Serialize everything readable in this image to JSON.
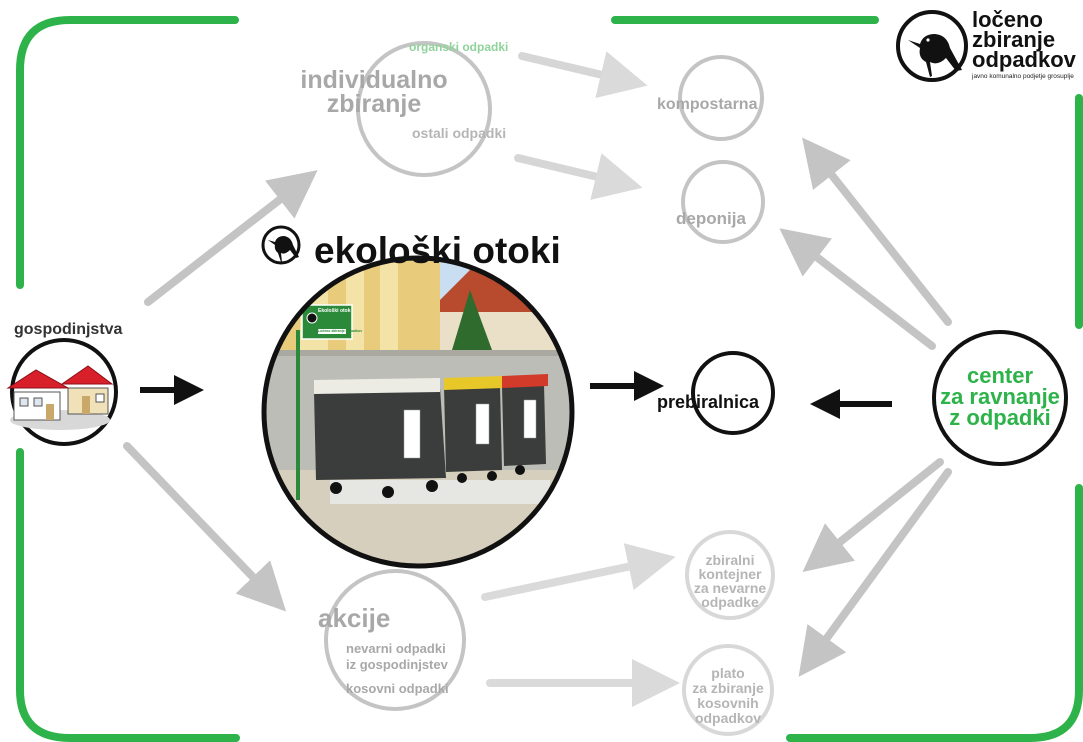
{
  "logo": {
    "title_lines": [
      "ločeno",
      "zbiranje",
      "odpadkov"
    ],
    "subtitle": "javno komunalno podjetje grosuplje",
    "icon": "blackbird-icon"
  },
  "nodes": {
    "gospodinjstva": "gospodinjstva",
    "individualno": [
      "individualno",
      "zbiranje"
    ],
    "organski": "organski odpadki",
    "ostali": "ostali odpadki",
    "kompostarna": "kompostarna",
    "deponija": "deponija",
    "ekoloski": "ekološki otoki",
    "prebiralnica": "prebiralnica",
    "center": [
      "center",
      "za ravnanje",
      "z odpadki"
    ],
    "akcije": "akcije",
    "nevarni": [
      "nevarni odpadki",
      "iz gospodinjstev"
    ],
    "kosovni": "kosovni odpadki",
    "zbiralni": [
      "zbiralni",
      "kontejner",
      "za nevarne",
      "odpadke"
    ],
    "plato": [
      "plato",
      "za zbiranje",
      "kosovnih",
      "odpadkov"
    ]
  },
  "photo": {
    "sign_title": "Ekološki otok",
    "sign_sub": "Ločeno zbiranje odpadkov"
  },
  "colors": {
    "green": "#2db34a",
    "black": "#111111",
    "gray": "#a8a8a8",
    "light_gray": "#c8c8c8",
    "organic_green": "#8fd39a",
    "house_red": "#d8202a"
  }
}
